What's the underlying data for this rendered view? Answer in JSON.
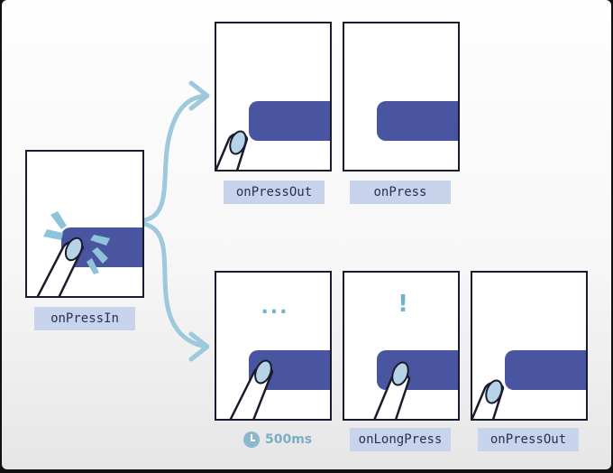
{
  "labels": {
    "press_in": "onPressIn",
    "press_out_top": "onPressOut",
    "press": "onPress",
    "long_press": "onLongPress",
    "press_out_bottom": "onPressOut"
  },
  "indicators": {
    "waiting": "...",
    "triggered": "!",
    "timer": "500ms"
  },
  "colors": {
    "button": "#4a55a2",
    "label_bg": "#c7d4ec",
    "label_text": "#2a2f55",
    "arrow": "#9cc9db",
    "finger_tip": "#b6d3e8",
    "outline": "#1b1b2e"
  },
  "icons": [
    "finger-icon",
    "tap-burst-icon",
    "timer-icon",
    "branch-arrow-icon"
  ]
}
